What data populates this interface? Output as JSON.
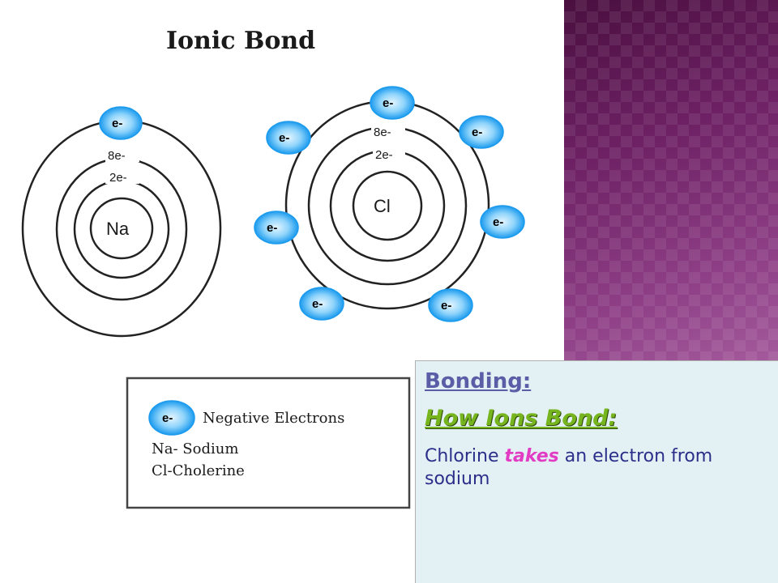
{
  "diagram": {
    "title": "Ionic Bond",
    "sodium": {
      "symbol": "Na",
      "shell_labels": [
        "2e-",
        "8e-"
      ],
      "electron_label": "e-"
    },
    "chlorine": {
      "symbol": "Cl",
      "shell_labels": [
        "2e-",
        "8e-"
      ],
      "electron_label": "e-"
    },
    "legend": {
      "electron_label": "e-",
      "entries": [
        "Negative Electrons",
        "Na- Sodium",
        "Cl-Cholerine"
      ]
    }
  },
  "text_box": {
    "heading": "Bonding:",
    "subheading": "How Ions Bond:",
    "body_before": "Chlorine ",
    "body_emphasis": "takes",
    "body_after": " an electron from sodium"
  },
  "colors": {
    "electron_fill": "#29a8f5",
    "electron_center": "#d8f1ff",
    "heading": "#5b5ea6",
    "subheading": "#77b51e",
    "body": "#2b2f8a",
    "emphasis": "#e33cc4",
    "text_box_bg": "#e3f1f5",
    "purple_panel": "#6a1f5e"
  }
}
